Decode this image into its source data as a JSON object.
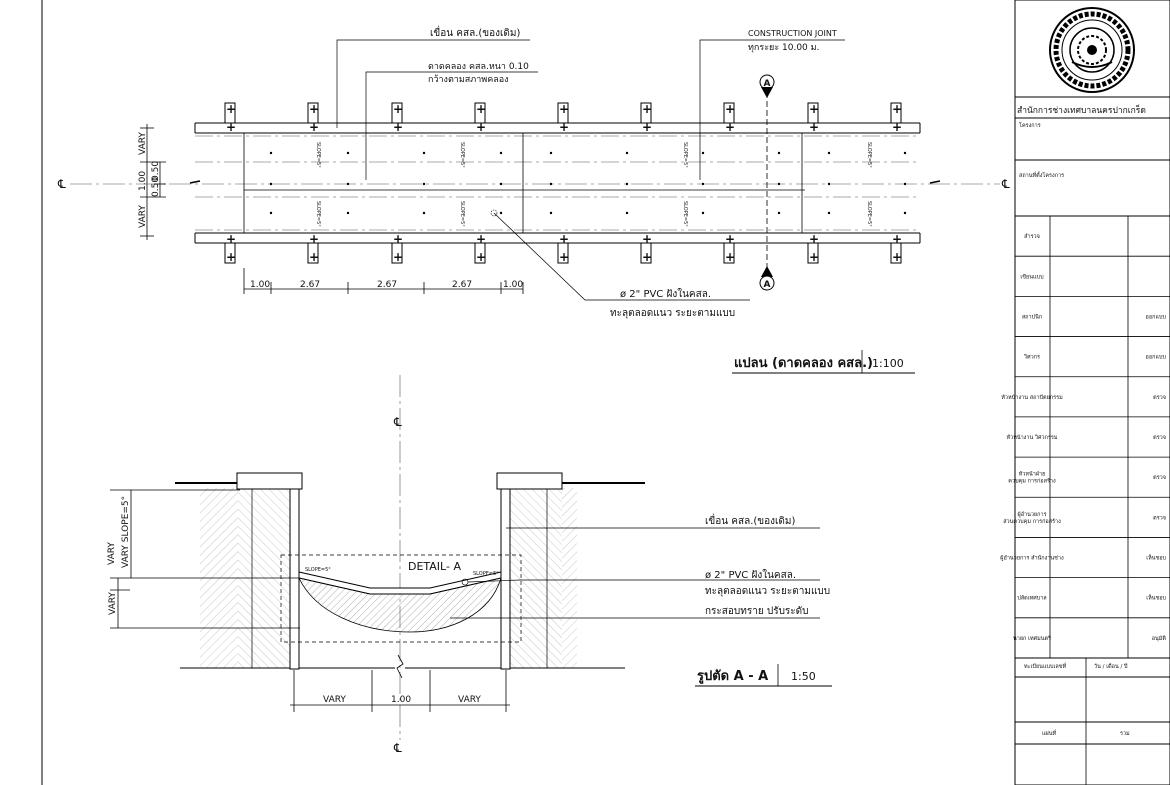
{
  "plan": {
    "callout_wall": "เขื่อน คสล.(ของเดิม)",
    "callout_lining_1": "ดาดคลอง คสล.หนา 0.10",
    "callout_lining_2": "กว้างตามสภาพคลอง",
    "callout_joint_1": "CONSTRUCTION JOINT",
    "callout_joint_2": "ทุกระยะ 10.00 ม.",
    "section_marker": "A",
    "centerline": "℄",
    "slope_label": "SLOPE=5°",
    "dim_vary": "VARY",
    "dim_100": "1.00",
    "dim_050": "0.50",
    "dims_bottom": [
      "1.00",
      "2.67",
      "2.67",
      "2.67",
      "1.00"
    ],
    "callout_pvc_1": "ø 2\" PVC ฝังในคสล.",
    "callout_pvc_2": "ทะลุตลอดแนว ระยะตามแบบ",
    "title": "แปลน (ดาดคลอง คสล.)",
    "scale": "1:100"
  },
  "section": {
    "centerline": "℄",
    "detail_label": "DETAIL- A",
    "dim_vary_slope": "VARY SLOPE=5°",
    "dim_vary": "VARY",
    "slope_label": "SLOPE=5°",
    "callout_wall": "เขื่อน คสล.(ของเดิม)",
    "callout_pvc_1": "ø 2\" PVC ฝังในคสล.",
    "callout_pvc_2": "ทะลุตลอดแนว ระยะตามแบบ",
    "callout_sand": "กระสอบทราย ปรับระดับ",
    "dims_bottom": [
      "VARY",
      "1.00",
      "VARY"
    ],
    "title": "รูปตัด A - A",
    "scale": "1:50"
  },
  "title_block": {
    "org_name": "สำนักการช่างเทศบาลนครปากเกร็ด",
    "project": "โครงการ",
    "location": "สถานที่ตั้งโครงการ",
    "rows": [
      {
        "role": "สำรวจ",
        "action": ""
      },
      {
        "role": "เขียนแบบ",
        "action": ""
      },
      {
        "role": "สถาปนิก",
        "action": "ออกแบบ"
      },
      {
        "role": "วิศวกร",
        "action": "ออกแบบ"
      },
      {
        "role": "หัวหน้างาน สถาปัตยกรรม",
        "action": "ตรวจ"
      },
      {
        "role": "หัวหน้างาน วิศวกรรม",
        "action": "ตรวจ"
      },
      {
        "role": "หัวหน้าฝ่าย ควบคุม การก่อสร้าง",
        "action": "ตรวจ"
      },
      {
        "role": "ผู้อำนวยการ ส่วนควบคุม การก่อสร้าง",
        "action": "ตรวจ"
      },
      {
        "role": "ผู้อำนวยการ สำนักงานช่าง",
        "action": "เห็นชอบ"
      },
      {
        "role": "ปลัดเทศบาล",
        "action": "เห็นชอบ"
      },
      {
        "role": "นายก เทศมนตรี",
        "action": "อนุมัติ"
      }
    ],
    "reg_label": "ทะเบียนแบบเลขที่",
    "date_label": "วัน / เดือน / ปี",
    "sheet_label": "แผ่นที่",
    "total_label": "รวม"
  }
}
